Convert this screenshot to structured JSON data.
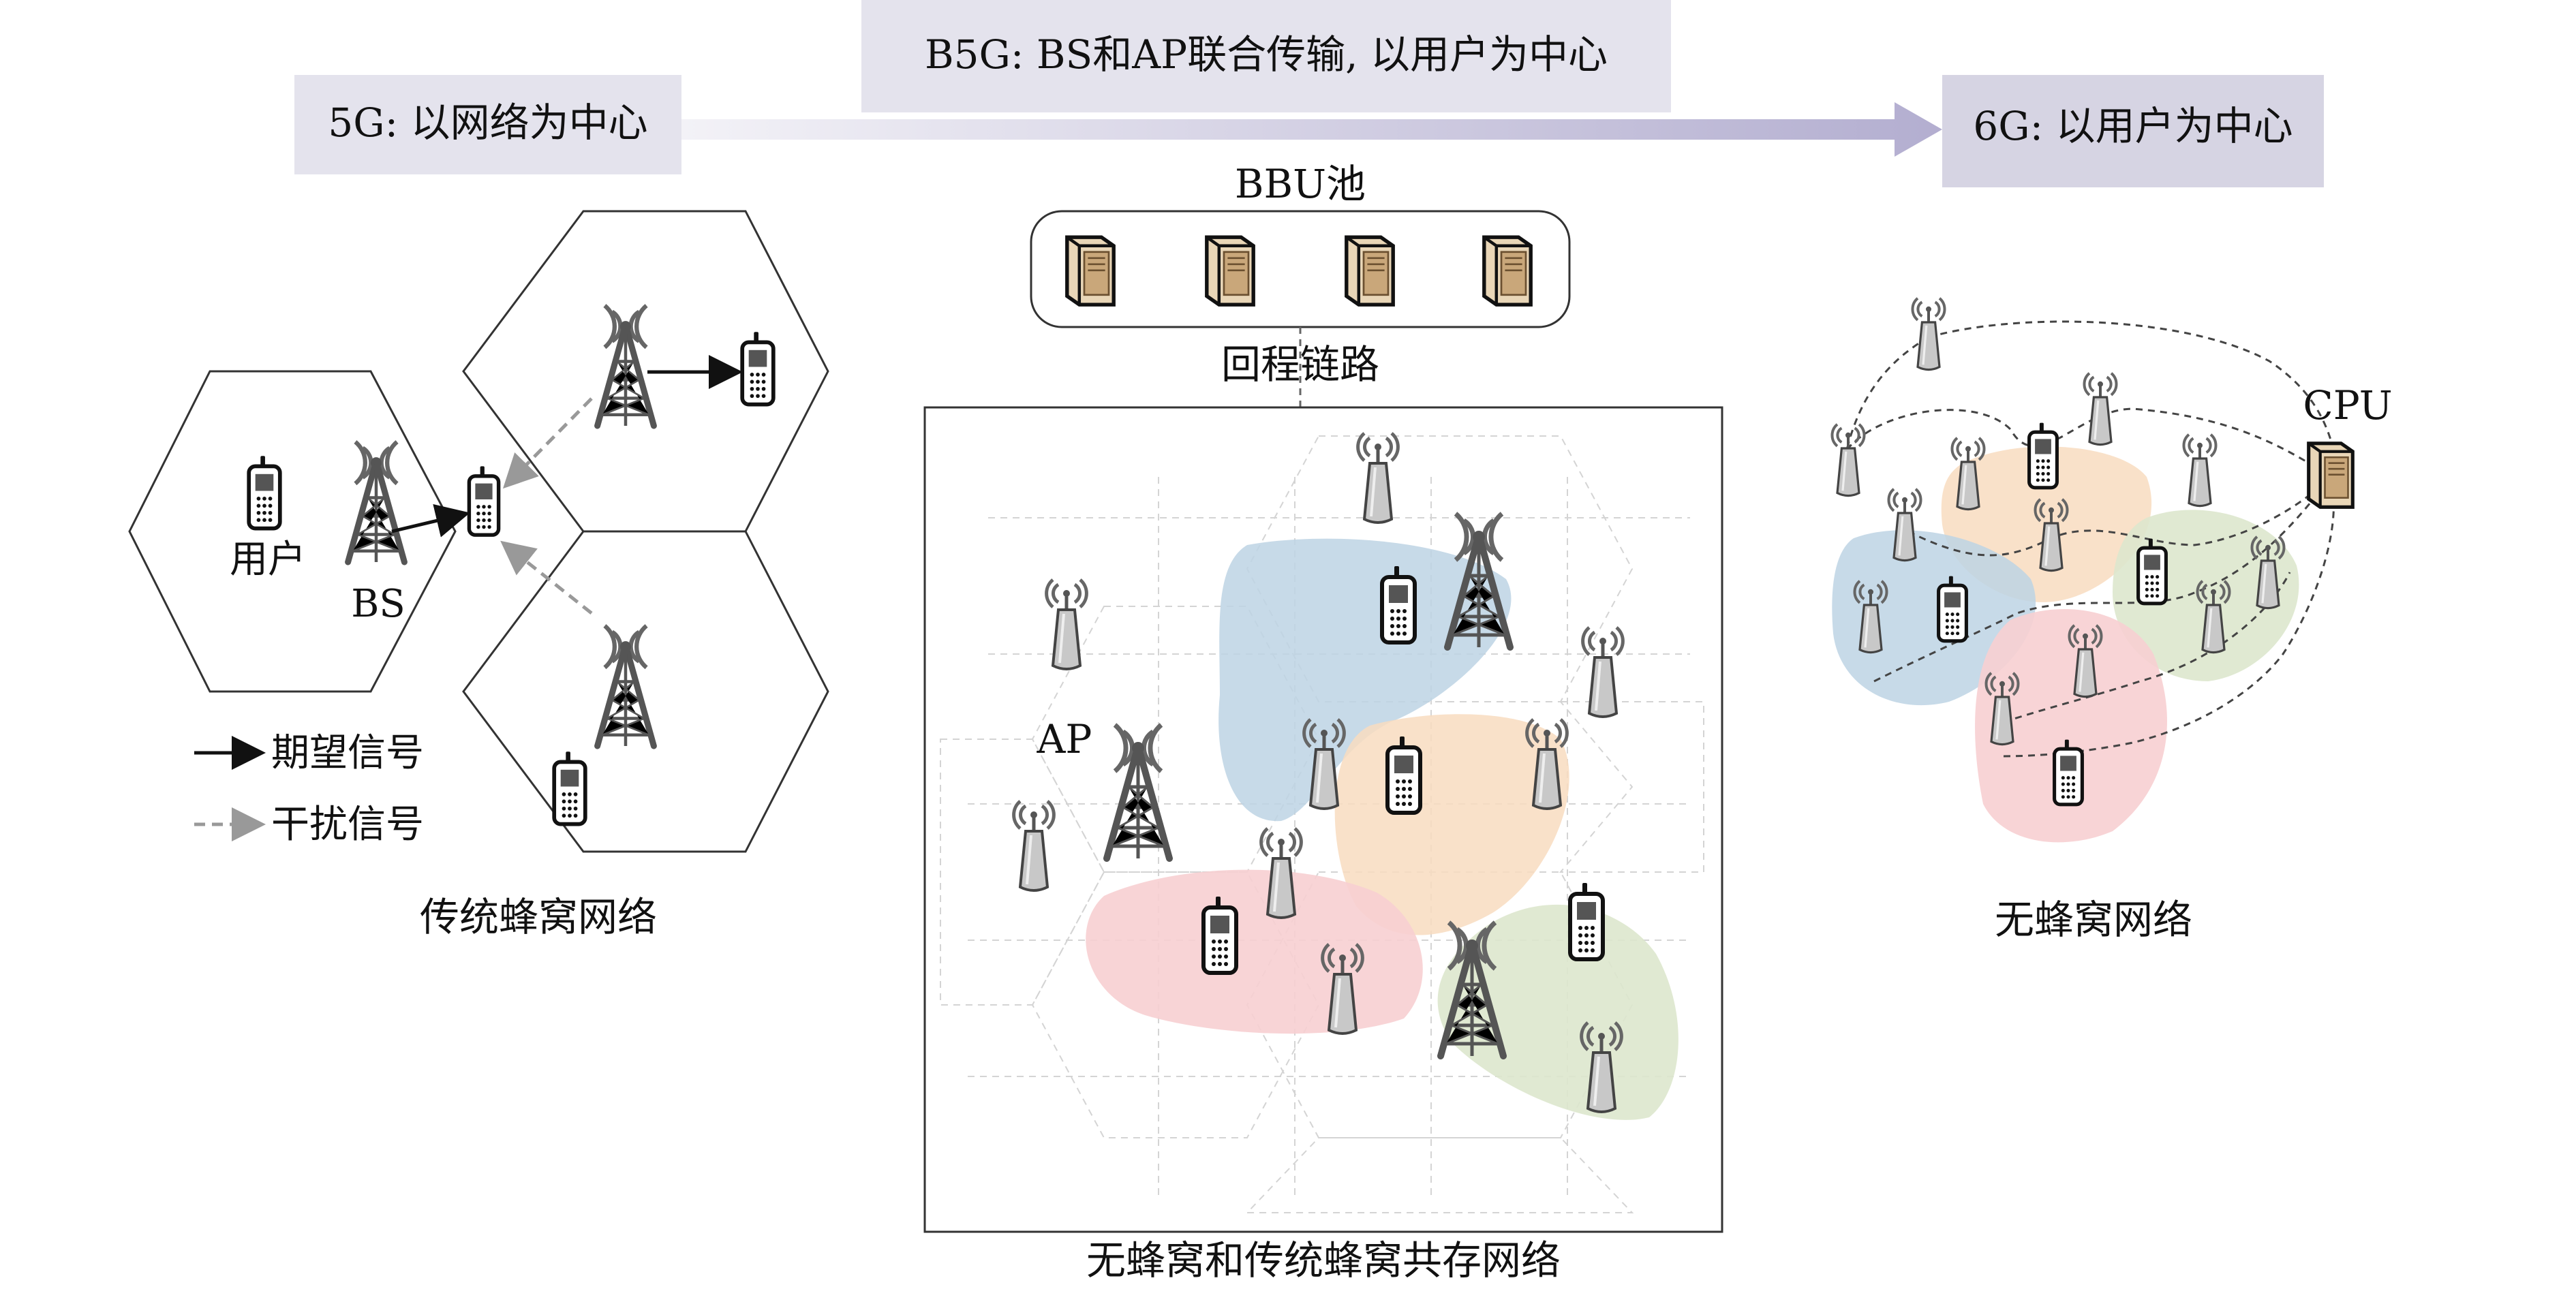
{
  "header": {
    "left_label": "5G: 以网络为中心",
    "middle_label": "B5G: BS和AP联合传输, 以用户为中心",
    "right_label": "6G: 以用户为中心"
  },
  "panel_traditional": {
    "user_label": "用户",
    "bs_label": "BS",
    "legend": {
      "desired": "期望信号",
      "interference": "干扰信号"
    },
    "caption": "传统蜂窝网络"
  },
  "panel_coexist": {
    "bbu_label": "BBU池",
    "fronthaul_label": "回程链路",
    "ap_label": "AP",
    "caption": "无蜂窝和传统蜂窝共存网络"
  },
  "panel_cellfree": {
    "cpu_label": "CPU",
    "caption": "无蜂窝网络"
  },
  "colors": {
    "label_box": "#e4e3ed",
    "label_box_dark": "#d6d4e3",
    "arrow": "#b9b5d2",
    "region_blue": "#bdd4e4",
    "region_orange": "#f8dcc0",
    "region_pink": "#f7cfd2",
    "region_green": "#dde7cd",
    "tower": "#555555",
    "grid": "#cfcfcf"
  },
  "icons": [
    "cell-tower-icon",
    "mobile-phone-icon",
    "access-point-icon",
    "server-icon"
  ]
}
